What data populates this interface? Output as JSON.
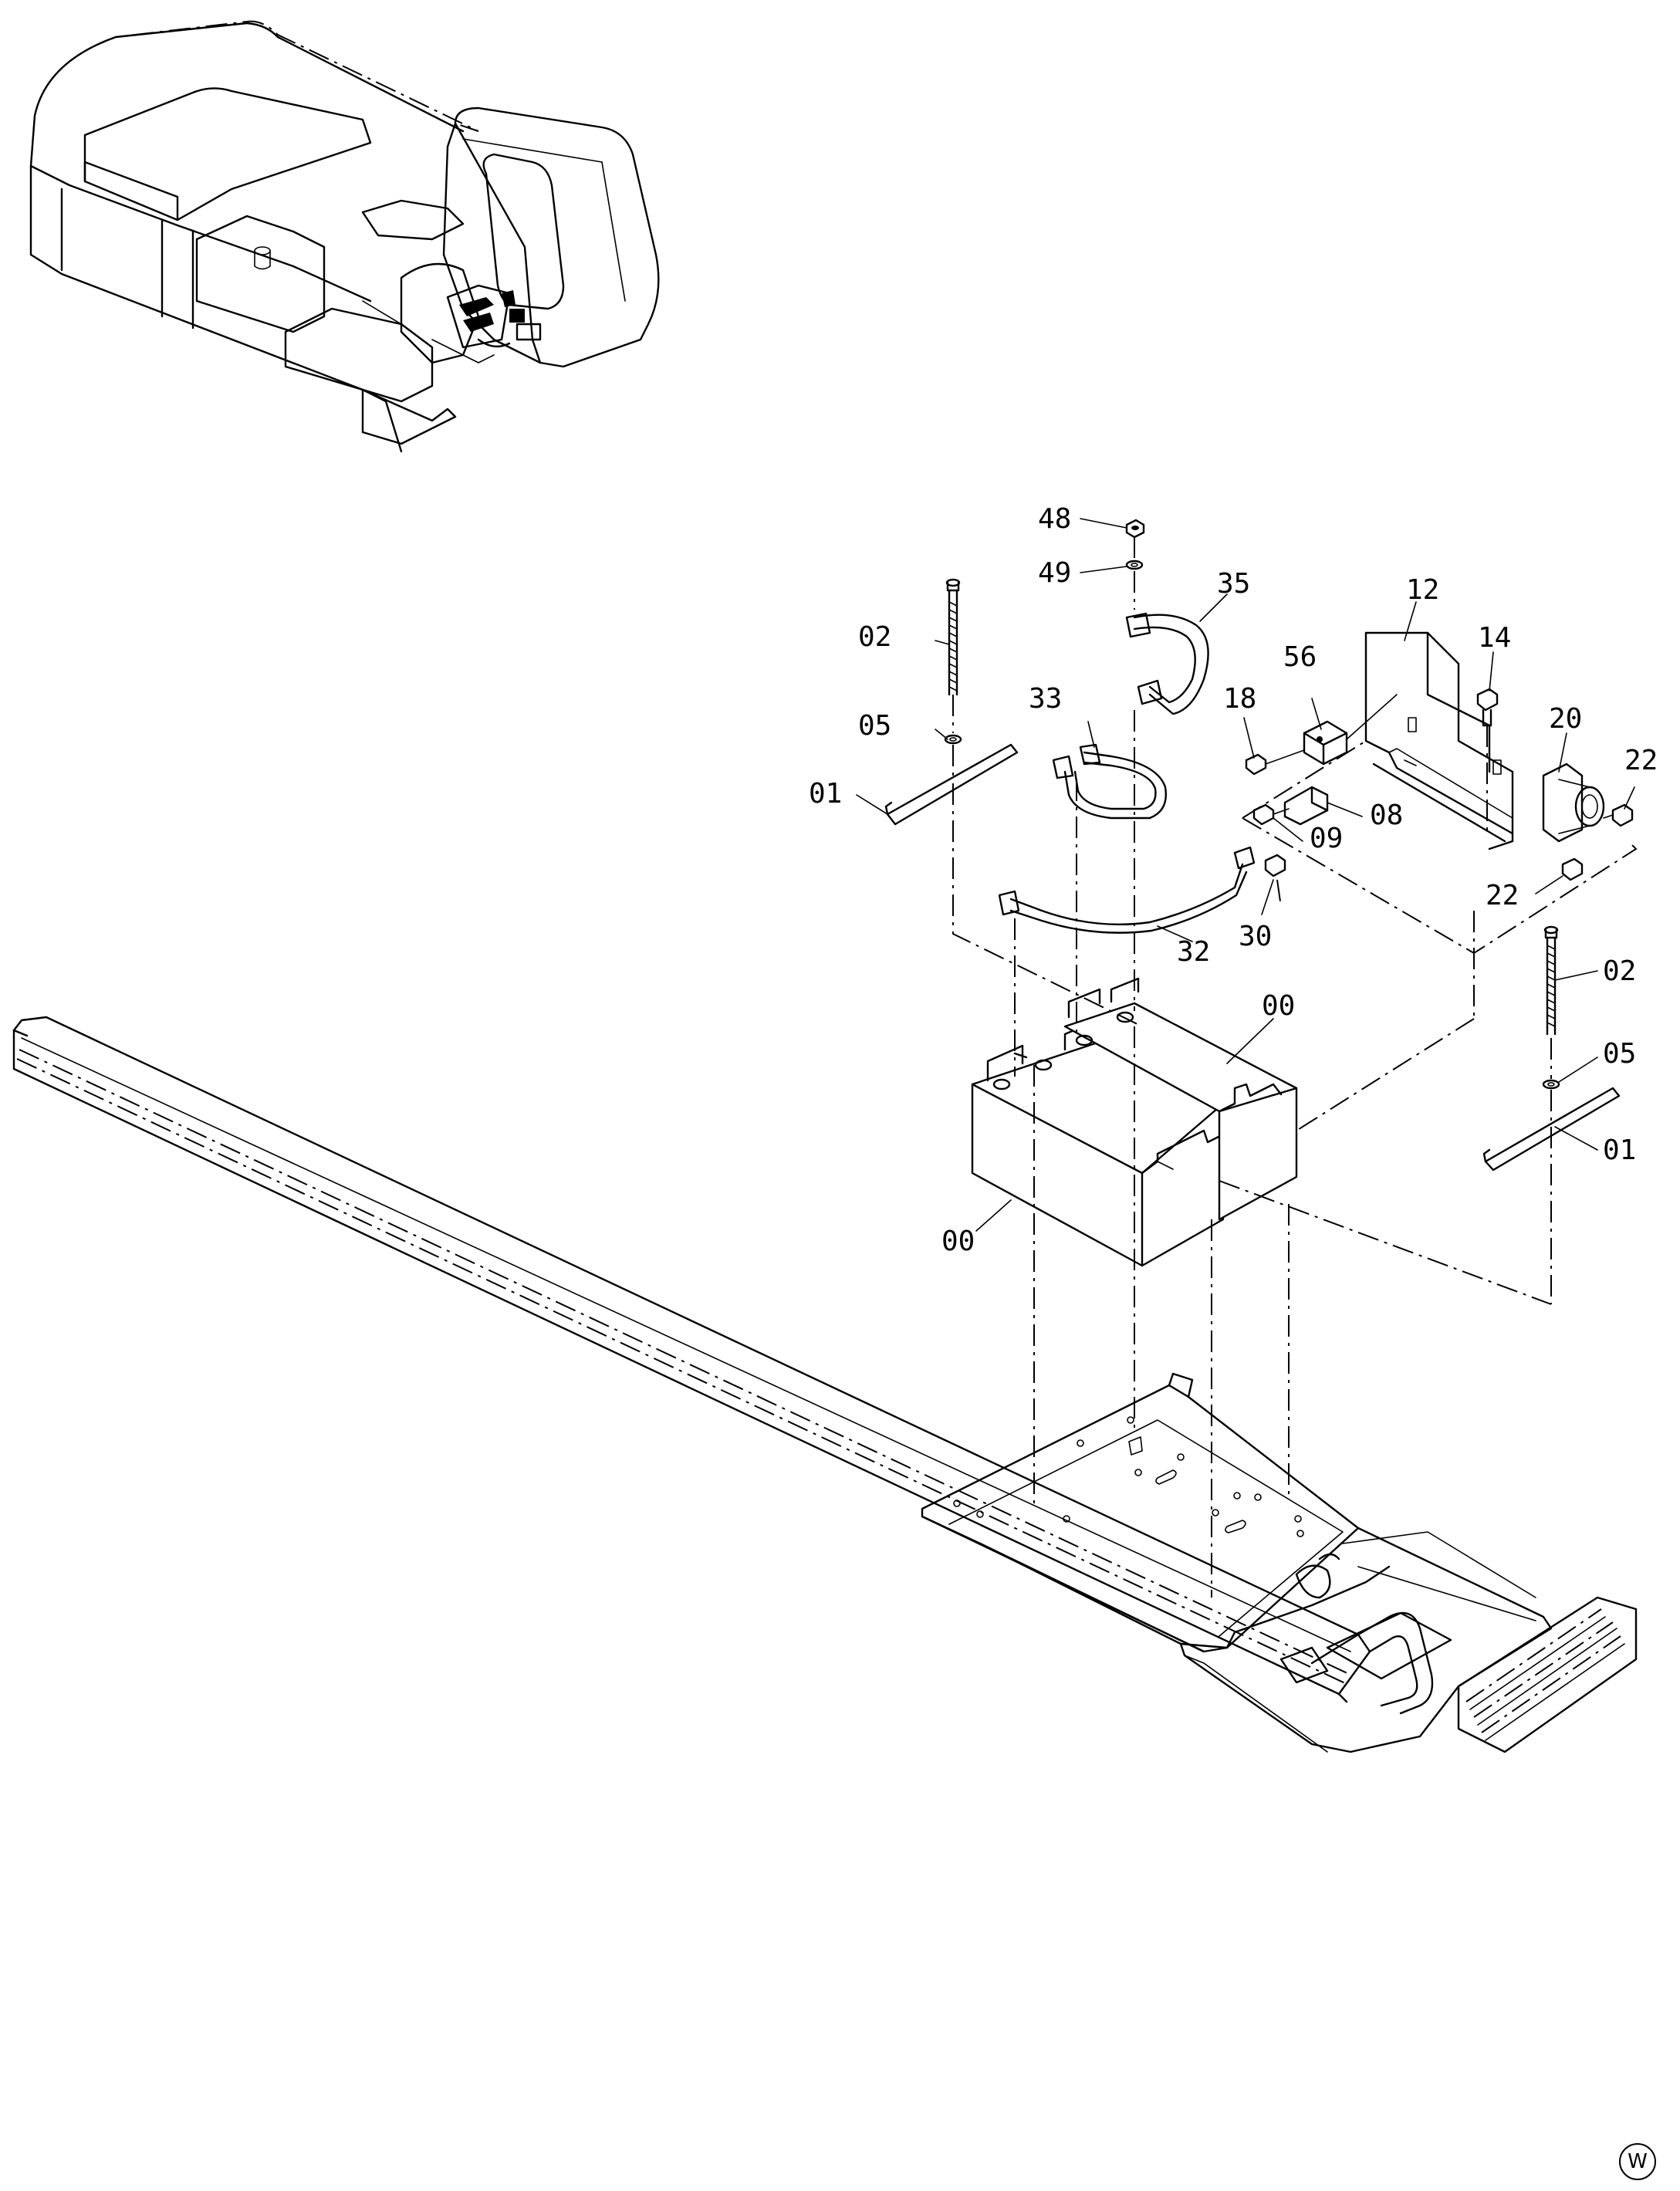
{
  "parts": [
    {
      "id": "48",
      "text": "48"
    },
    {
      "id": "49",
      "text": "49"
    },
    {
      "id": "35",
      "text": "35"
    },
    {
      "id": "12",
      "text": "12"
    },
    {
      "id": "14",
      "text": "14"
    },
    {
      "id": "56",
      "text": "56"
    },
    {
      "id": "02a",
      "text": "02"
    },
    {
      "id": "33",
      "text": "33"
    },
    {
      "id": "18",
      "text": "18"
    },
    {
      "id": "20",
      "text": "20"
    },
    {
      "id": "05a",
      "text": "05"
    },
    {
      "id": "22a",
      "text": "22"
    },
    {
      "id": "01a",
      "text": "01"
    },
    {
      "id": "08",
      "text": "08"
    },
    {
      "id": "09",
      "text": "09"
    },
    {
      "id": "22b",
      "text": "22"
    },
    {
      "id": "30",
      "text": "30"
    },
    {
      "id": "32",
      "text": "32"
    },
    {
      "id": "02b",
      "text": "02"
    },
    {
      "id": "00a",
      "text": "00"
    },
    {
      "id": "05b",
      "text": "05"
    },
    {
      "id": "01b",
      "text": "01"
    },
    {
      "id": "00b",
      "text": "00"
    }
  ],
  "corner_mark": "W"
}
